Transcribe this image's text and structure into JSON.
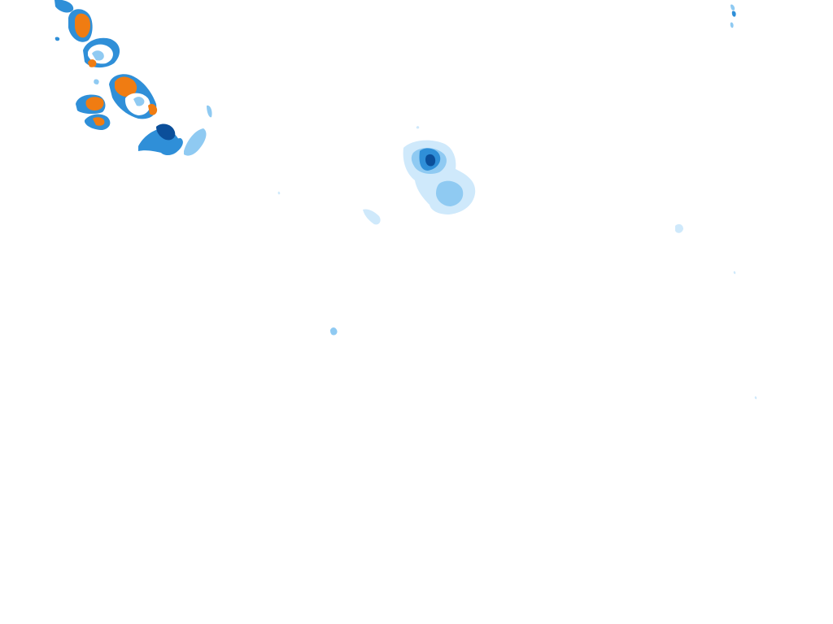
{
  "map": {
    "type": "precipitation-radar-overlay",
    "background_color": "#ffffff",
    "legend_visible": false,
    "intensity_colors": {
      "very_light": "#cfe9fb",
      "light": "#8fcaf2",
      "moderate": "#2f8fd8",
      "heavy": "#0b4f9a",
      "very_heavy": "#f07c12"
    },
    "echo_regions": [
      {
        "id": "northwest-cell-1",
        "peak_intensity": "very_heavy"
      },
      {
        "id": "northwest-cell-2",
        "peak_intensity": "heavy"
      },
      {
        "id": "northwest-cell-3",
        "peak_intensity": "very_heavy"
      },
      {
        "id": "northwest-cell-4",
        "peak_intensity": "very_heavy"
      },
      {
        "id": "northwest-cell-5",
        "peak_intensity": "moderate"
      },
      {
        "id": "northwest-band",
        "peak_intensity": "moderate"
      },
      {
        "id": "central-cluster",
        "peak_intensity": "heavy"
      },
      {
        "id": "central-fringe",
        "peak_intensity": "light"
      },
      {
        "id": "scattered-light-echoes",
        "peak_intensity": "very_light"
      },
      {
        "id": "northeast-speckles",
        "peak_intensity": "moderate"
      }
    ]
  }
}
